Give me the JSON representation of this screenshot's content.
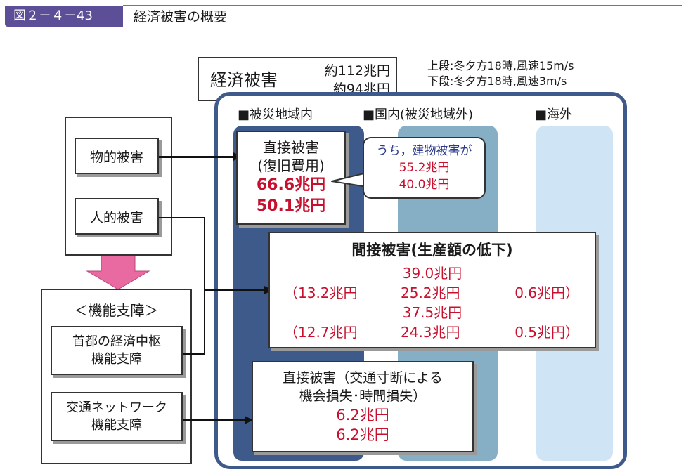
{
  "header": {
    "figure_number": "図２－４－43",
    "title": "経済被害の概要"
  },
  "summary": {
    "label": "経済被害",
    "upper_value": "約112兆円",
    "lower_value": "約94兆円"
  },
  "legend_note": {
    "line1": "上段:冬夕方18時,風速15m/s",
    "line2": "下段:冬夕方18時,風速3m/s"
  },
  "columns": {
    "affected": "■被災地域内",
    "domestic": "■国内(被災地域外)",
    "overseas": "■海外"
  },
  "causes": {
    "physical": "物的被害",
    "human": "人的被害",
    "function_title": "＜機能支障＞",
    "capital_line1": "首都の経済中枢",
    "capital_line2": "機能支障",
    "transport_line1": "交通ネットワーク",
    "transport_line2": "機能支障"
  },
  "direct_damage": {
    "title_line1": "直接被害",
    "title_line2": "(復旧費用)",
    "upper": "66.6兆円",
    "lower": "50.1兆円"
  },
  "building_callout": {
    "label": "うち，建物被害が",
    "upper": "55.2兆円",
    "lower": "40.0兆円"
  },
  "indirect_damage": {
    "title": "間接被害(生産額の低下)",
    "upper_total": "39.0兆円",
    "upper_breakdown": [
      "（13.2兆円",
      "25.2兆円",
      "0.6兆円）"
    ],
    "lower_total": "37.5兆円",
    "lower_breakdown": [
      "（12.7兆円",
      "24.3兆円",
      "0.5兆円）"
    ]
  },
  "transport_damage": {
    "title_line1": "直接被害（交通寸断による",
    "title_line2": "機会損失･時間損失）",
    "upper": "6.2兆円",
    "lower": "6.2兆円"
  },
  "colors": {
    "accent_purple": "#5d4f97",
    "region_dark_blue": "#3e5a8a",
    "domestic_blue": "#86aec5",
    "overseas_light_blue": "#cfe5f5",
    "value_red": "#c8102e",
    "arrow_pink": "#e86aa0"
  }
}
